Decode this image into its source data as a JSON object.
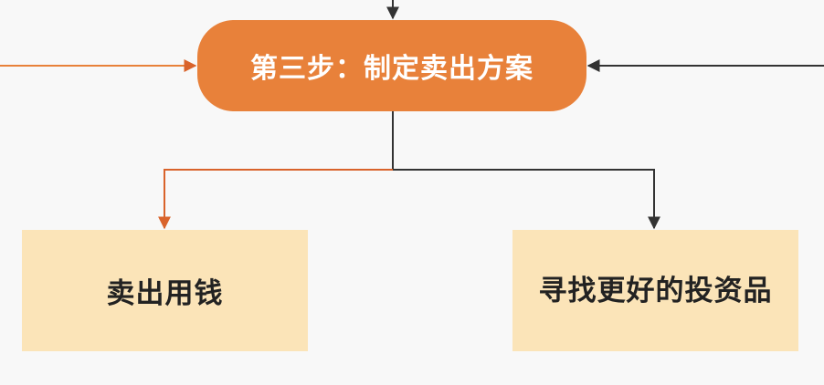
{
  "diagram": {
    "step_node": {
      "label": "第三步：制定卖出方案",
      "fill": "#e8813a",
      "text_color": "#ffffff"
    },
    "children": [
      {
        "label": "卖出用钱",
        "fill": "#fbe4b8",
        "connector_color": "#d9632b"
      },
      {
        "label": "寻找更好的投资品",
        "fill": "#fbe4b8",
        "connector_color": "#333333"
      }
    ],
    "incoming_connectors": {
      "top": "#333333",
      "left": "#e8813a",
      "right": "#333333"
    }
  }
}
